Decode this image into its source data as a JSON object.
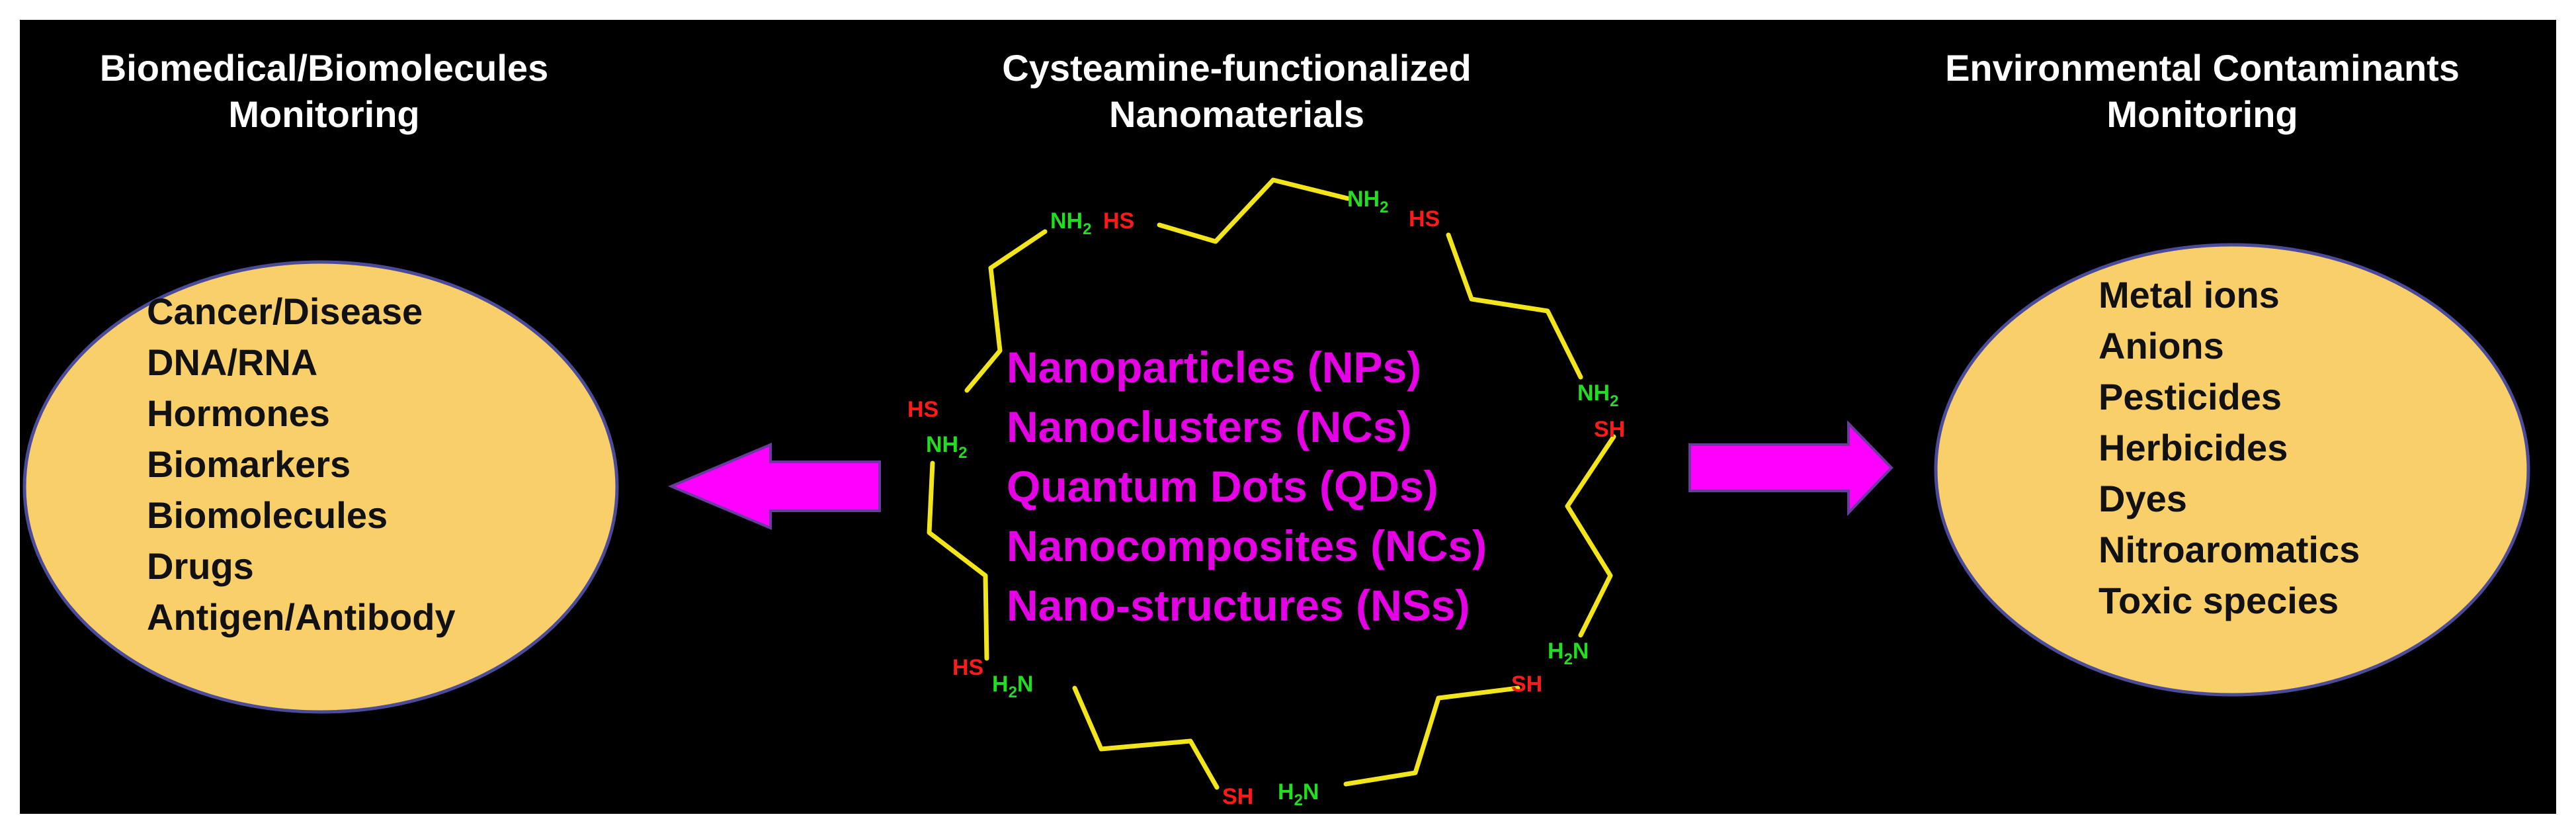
{
  "headings": {
    "left": [
      "Biomedical/Biomolecules",
      "Monitoring"
    ],
    "center": [
      "Cysteamine-functionalized",
      "Nanomaterials"
    ],
    "right": [
      "Environmental Contaminants",
      "Monitoring"
    ]
  },
  "left_list": [
    "Cancer/Disease",
    "DNA/RNA",
    "Hormones",
    "Biomarkers",
    "Biomolecules",
    "Drugs",
    "Antigen/Antibody"
  ],
  "center_list": [
    "Nanoparticles (NPs)",
    "Nanoclusters (NCs)",
    "Quantum Dots (QDs)",
    "Nanocomposites (NCs)",
    "Nano-structures (NSs)"
  ],
  "right_list": [
    "Metal ions",
    "Anions",
    "Pesticides",
    "Herbicides",
    "Dyes",
    "Nitroaromatics",
    "Toxic species"
  ],
  "groups": {
    "thiol": "HS",
    "thiol_rev": "SH",
    "amine": "NH",
    "amine_rev": "H",
    "amine_n": "N",
    "subscript": "2"
  },
  "colors": {
    "background": "#000000",
    "ellipse_fill": "#f9cf6a",
    "ellipse_stroke": "#4b4b9a",
    "arrow_fill": "#ff00ff",
    "arrow_stroke": "#6a3aa0",
    "chain": "#f2e51c",
    "thiol": "#ff1a1a",
    "amine": "#22dd22",
    "core_text": "#e600e6"
  }
}
